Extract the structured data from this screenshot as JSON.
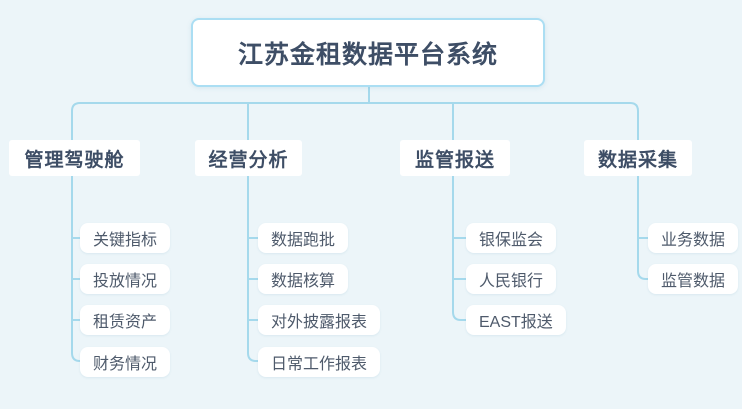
{
  "title": "江苏金租数据平台系统",
  "colors": {
    "background": "#ecf5f9",
    "connector_line": "#a5d9ec",
    "node_background": "#ffffff",
    "title_border": "#abdef3",
    "heading_text": "#3e4e66",
    "leaf_text": "#4e5a6b"
  },
  "branches": [
    {
      "label": "管理驾驶舱",
      "items": [
        "关键指标",
        "投放情况",
        "租赁资产",
        "财务情况"
      ]
    },
    {
      "label": "经营分析",
      "items": [
        "数据跑批",
        "数据核算",
        "对外披露报表",
        "日常工作报表"
      ]
    },
    {
      "label": "监管报送",
      "items": [
        "银保监会",
        "人民银行",
        "EAST报送"
      ]
    },
    {
      "label": "数据采集",
      "items": [
        "业务数据",
        "监管数据"
      ]
    }
  ]
}
